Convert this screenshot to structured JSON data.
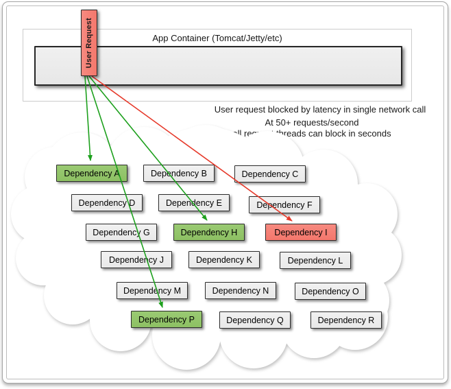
{
  "diagram": {
    "container": {
      "title": "App Container (Tomcat/Jetty/etc)"
    },
    "user_request": {
      "label": "User Request"
    },
    "annotations": {
      "blocked_note": "User request blocked by latency in single network call",
      "rate_note_line1": "At 50+ requests/second",
      "rate_note_line2": "all request threads can block in seconds"
    },
    "cloud": {
      "dependencies": [
        {
          "label": "Dependency A",
          "state": "reached"
        },
        {
          "label": "Dependency B",
          "state": "normal"
        },
        {
          "label": "Dependency C",
          "state": "normal"
        },
        {
          "label": "Dependency D",
          "state": "normal"
        },
        {
          "label": "Dependency E",
          "state": "normal"
        },
        {
          "label": "Dependency F",
          "state": "normal"
        },
        {
          "label": "Dependency G",
          "state": "normal"
        },
        {
          "label": "Dependency H",
          "state": "reached"
        },
        {
          "label": "Dependency I",
          "state": "blocked"
        },
        {
          "label": "Dependency J",
          "state": "normal"
        },
        {
          "label": "Dependency K",
          "state": "normal"
        },
        {
          "label": "Dependency L",
          "state": "normal"
        },
        {
          "label": "Dependency M",
          "state": "normal"
        },
        {
          "label": "Dependency N",
          "state": "normal"
        },
        {
          "label": "Dependency O",
          "state": "normal"
        },
        {
          "label": "Dependency P",
          "state": "reached"
        },
        {
          "label": "Dependency Q",
          "state": "normal"
        },
        {
          "label": "Dependency R",
          "state": "normal"
        }
      ]
    },
    "arrows": [
      {
        "from": "User Request",
        "to": "Dependency A",
        "kind": "success"
      },
      {
        "from": "User Request",
        "to": "Dependency P",
        "kind": "success"
      },
      {
        "from": "User Request",
        "to": "Dependency H",
        "kind": "success"
      },
      {
        "from": "User Request",
        "to": "Dependency I",
        "kind": "blocked"
      }
    ],
    "colors": {
      "success_arrow": "#1da01d",
      "blocked_arrow": "#e6392a",
      "success_fill": "#8dc063",
      "blocked_fill": "#f4776c",
      "normal_fill": "#e9e9e9"
    }
  }
}
